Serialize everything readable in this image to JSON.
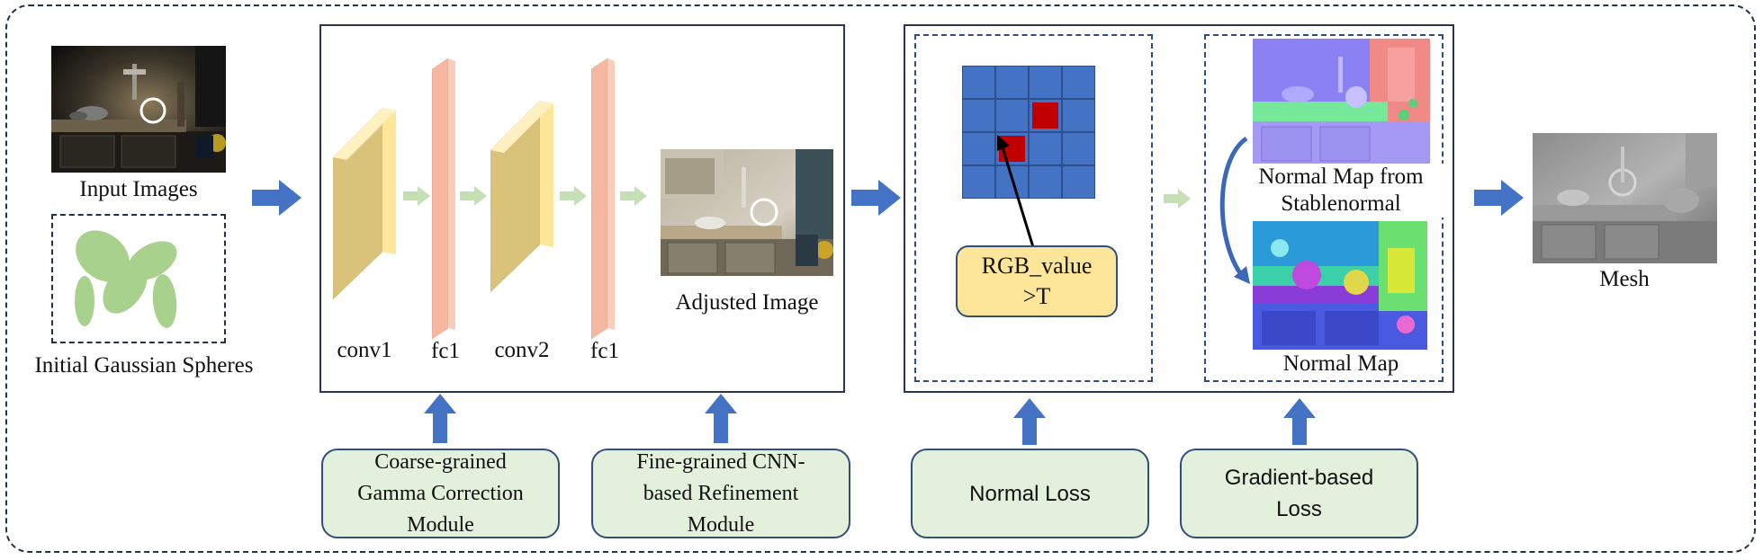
{
  "labels": {
    "input_images": "Input Images",
    "initial_gaussian": "Initial Gaussian Spheres",
    "conv1": "conv1",
    "fc1_a": "fc1",
    "conv2": "conv2",
    "fc1_b": "fc1",
    "adjusted_image": "Adjusted Image",
    "rgb_value_line1": "RGB_value",
    "rgb_value_line2": ">T",
    "normal_map_from_line1": "Normal Map from",
    "normal_map_from_line2": "Stablenormal",
    "normal_map": "Normal Map",
    "mesh": "Mesh"
  },
  "modules": {
    "coarse": [
      "Coarse-grained",
      "Gamma Correction",
      "Module"
    ],
    "fine": [
      "Fine-grained CNN-",
      "based Refinement",
      "Module"
    ],
    "normal_loss": [
      "Normal Loss"
    ],
    "gradient": [
      "Gradient-based",
      "Loss"
    ]
  },
  "colors": {
    "arrow_blue": "#4472c4",
    "arrow_light": "#c5e0b4",
    "conv_face": "#d9c27a",
    "conv_light": "#ffe699",
    "fc_face": "#f4b8a0",
    "grid_blue": "#4472c4",
    "grid_red": "#c00000",
    "module_fill": "#e2efda",
    "rgb_fill": "#ffe699"
  },
  "grid": {
    "rows": 4,
    "cols": 4,
    "highlighted": [
      [
        1,
        2
      ],
      [
        2,
        1
      ]
    ]
  }
}
